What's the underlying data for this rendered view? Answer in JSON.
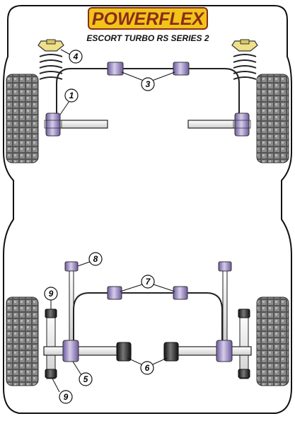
{
  "header": {
    "brand": "POWERFLEX",
    "model": "ESCORT TURBO RS SERIES 2"
  },
  "callouts": {
    "c1": "1",
    "c3": "3",
    "c4": "4",
    "c5": "5",
    "c6": "6",
    "c7": "7",
    "c8": "8",
    "c9_upper": "9",
    "c9_lower": "9"
  },
  "colors": {
    "bushing_purple": "#8d7bb5",
    "bushing_light": "#c9bfe0",
    "bushing_black": "#222222",
    "top_mount_yellow": "#efe08a",
    "brand_yellow": "#f0c419",
    "brand_outline": "#8b2c1a",
    "body_outline": "#111111"
  }
}
